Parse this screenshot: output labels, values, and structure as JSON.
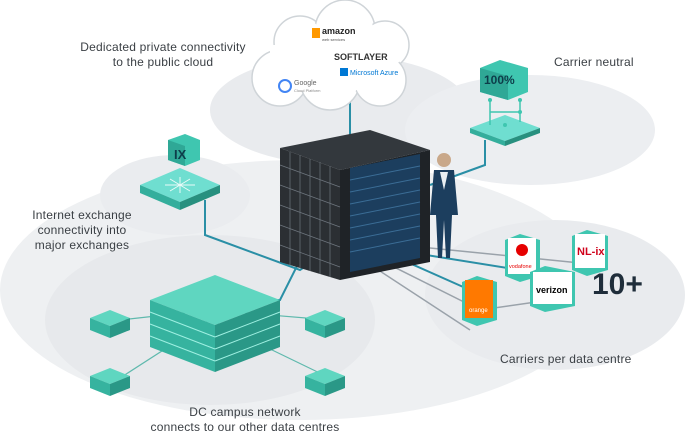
{
  "labels": {
    "cloud_line1": "Dedicated private connectivity",
    "cloud_line2": "to the public cloud",
    "carrier_neutral": "Carrier neutral",
    "ix_line1": "Internet exchange",
    "ix_line2": "connectivity into",
    "ix_line3": "major exchanges",
    "carriers": "Carriers per data centre",
    "campus_line1": "DC campus network",
    "campus_line2": "connects to our other data centres"
  },
  "cloud_providers": {
    "amazon": "amazon",
    "amazon_sub": "web services",
    "softlayer": "SOFTLAYER",
    "google": "Google",
    "google_sub": "Cloud Platform",
    "azure": "Microsoft Azure"
  },
  "badges": {
    "percent": "100%",
    "ix": "IX",
    "more_carriers": "10+"
  },
  "carrier_logos": {
    "vodafone": "vodafone",
    "verizon": "verizon",
    "orange": "orange",
    "nlix": "NL-ix"
  },
  "colors": {
    "teal": "#3fc6b0",
    "teal_dark": "#1f8f80",
    "cable": "#2a8fa6",
    "navy": "#1c3e5e",
    "rack_dark": "#2b2f33",
    "ground": "#eef0f2",
    "text": "#3a3f44",
    "vodafone_red": "#e60000",
    "orange_brand": "#ff7900",
    "verizon_red": "#cd040b"
  }
}
